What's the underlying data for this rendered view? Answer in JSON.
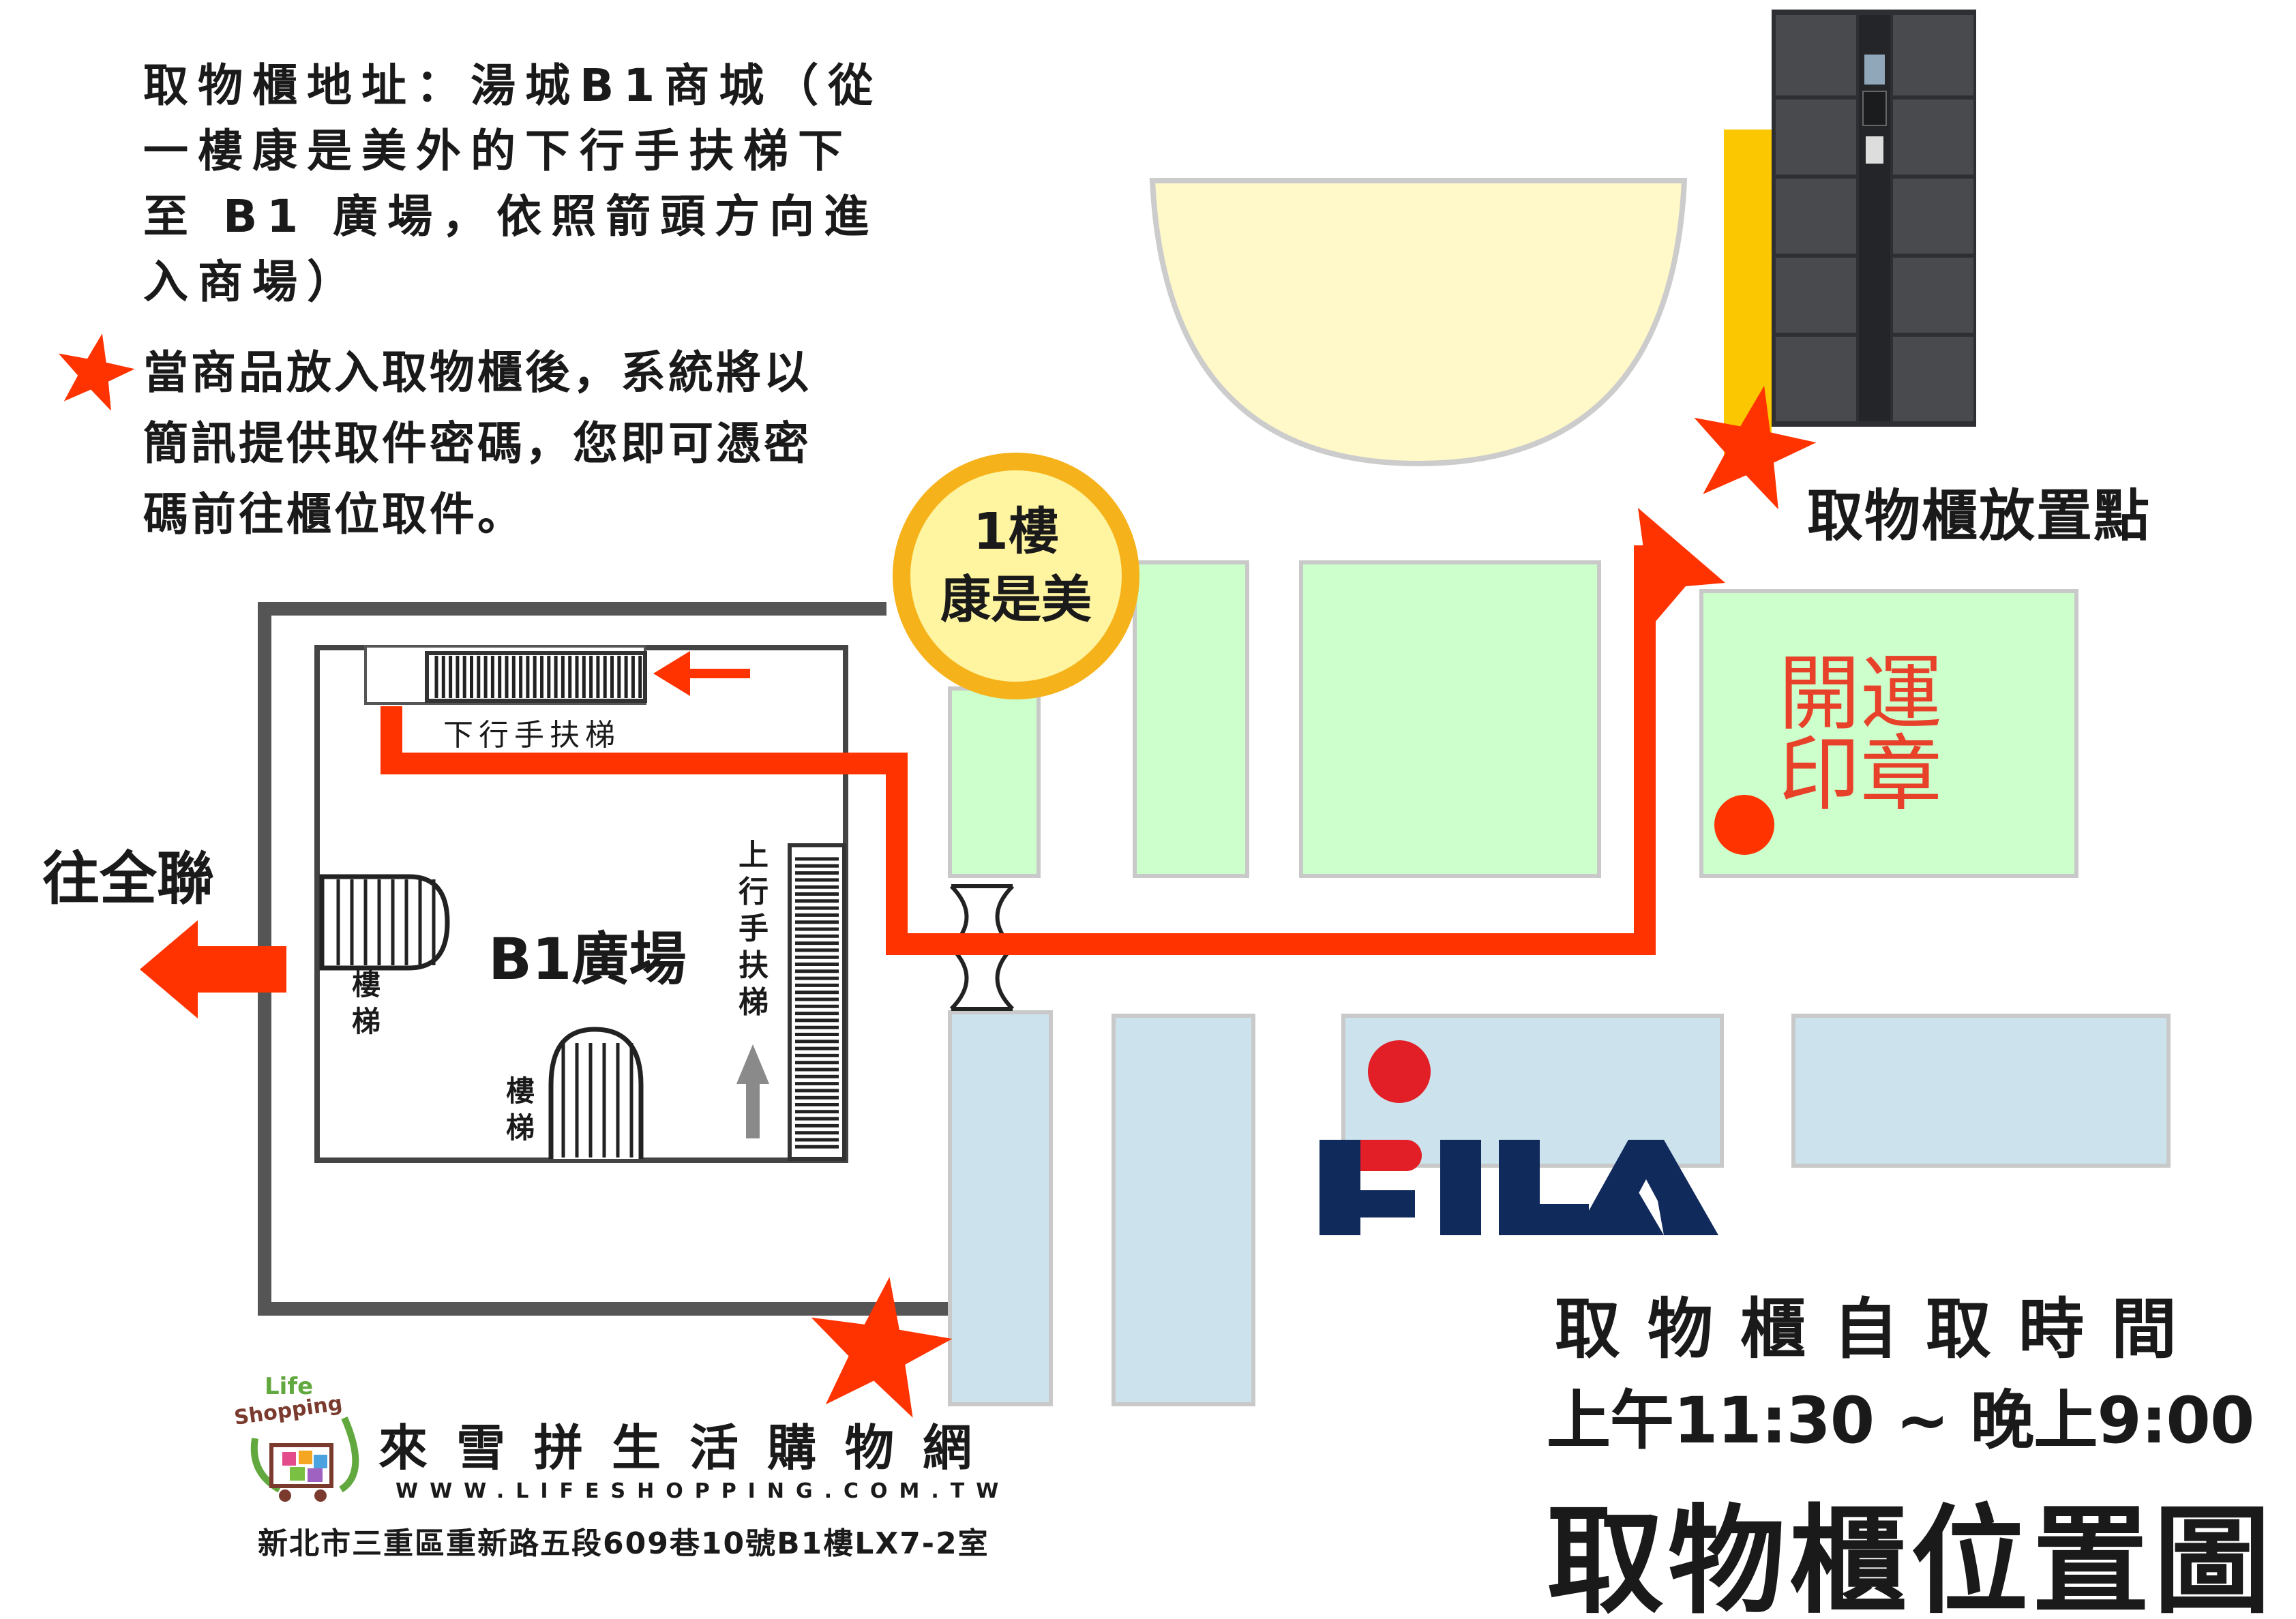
{
  "intro_lines": [
    "取物櫃地址：湯城B1商城（從",
    "一樓康是美外的下行手扶梯下",
    "至 B1 廣場，依照箭頭方向進",
    "入商場）"
  ],
  "notice_lines": [
    "當商品放入取物櫃後，系統將以",
    "簡訊提供取件密碼，您即可憑密",
    "碼前往櫃位取件。"
  ],
  "directions": {
    "to_left": "往全聯"
  },
  "pickup_label": "取物櫃放置點",
  "landmarks": {
    "pharmacy_floor": "1樓",
    "pharmacy_name": "康是美",
    "escalator_down": "下行手扶梯",
    "escalator_up": "上行手扶梯",
    "b1_plaza": "B1廣場",
    "stairs": "樓梯",
    "seal_shop_lines": [
      "開運",
      "印章"
    ],
    "sports_brand": "FILA"
  },
  "hours": {
    "title": "取物櫃自取時間",
    "time": "上午11:30 ~ 晚上9:00"
  },
  "map_title": "取物櫃位置圖",
  "brand": {
    "logo_text": [
      "Life",
      "Shopping"
    ],
    "name": "來雪拼生活購物網",
    "url": "WWW.LIFESHOPPING.COM.TW",
    "address": "新北市三重區重新路五段609巷10號B1樓LX7-2室"
  },
  "colors": {
    "route": "#ff3300",
    "store_green": "#ccffcc",
    "store_blue": "#cce3ee",
    "pharmacy_ring": "#f6b21a",
    "pharmacy_fill": "#fff4a0",
    "atrium": "#fff8c8",
    "wall": "#555555",
    "locker": "#3a3b3e",
    "fila_red": "#e21f26",
    "fila_navy": "#102a5c"
  }
}
